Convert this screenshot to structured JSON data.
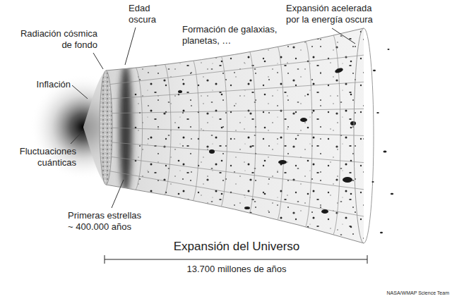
{
  "diagram": {
    "labels": [
      "Radiación cósmica de fondo",
      "Edad oscura",
      "Formación de galaxias, planetas, …",
      "Expansión acelerada por la energía oscura",
      "Inflación",
      "Fluctuaciones cuánticas",
      "Primeras estrellas ~ 400.000 años",
      "Expansión del Universo",
      "13.700 millones de años",
      "NASA/WMAP Science Team"
    ]
  }
}
